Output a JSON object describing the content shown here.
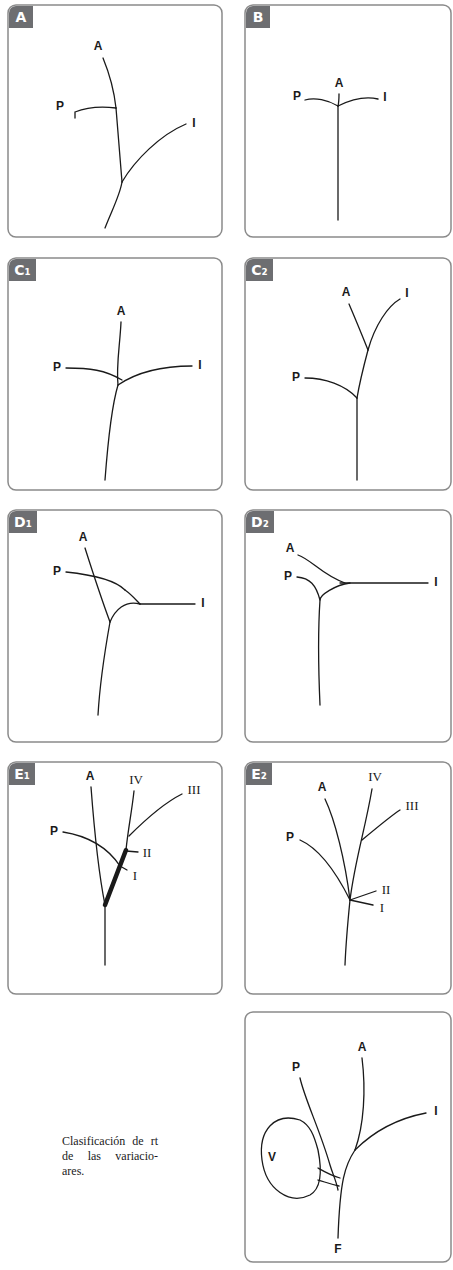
{
  "diagram": {
    "caption": "Clasificación de rt de las variacio- ares.",
    "nodes": [
      {
        "text": [
          "A"
        ]
      },
      {
        "text": [
          "B"
        ]
      },
      {
        "text": [
          "C₁"
        ]
      },
      {
        "text": [
          "C₂"
        ]
      },
      {
        "text": [
          "D₁"
        ]
      },
      {
        "text": [
          "D₂"
        ]
      },
      {
        "text": [
          "E₁"
        ]
      },
      {
        "text": [
          "E₂"
        ]
      }
    ],
    "labels": [
      "A",
      "P",
      "I",
      "P",
      "A",
      "I",
      "A",
      "P",
      "I",
      "A",
      "I",
      "P",
      "A",
      "P",
      "I",
      "A",
      "P",
      "I",
      "A",
      "IV",
      "III",
      "P",
      "II",
      "I",
      "IV",
      "A",
      "III",
      "P",
      "II",
      "I",
      "A",
      "P",
      "I",
      "V",
      "F"
    ]
  }
}
